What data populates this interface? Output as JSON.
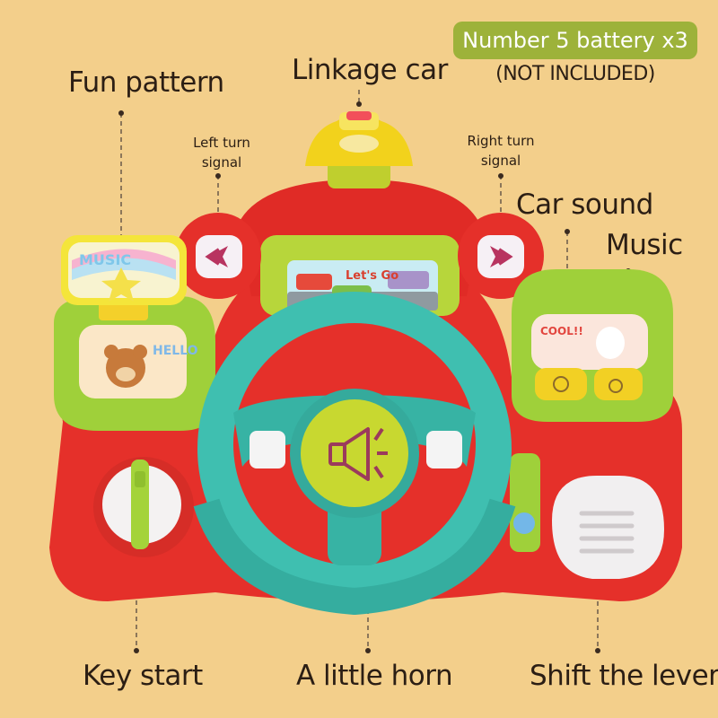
{
  "battery": {
    "badge": "Number 5 battery x3",
    "note": "(NOT INCLUDED)"
  },
  "labels": {
    "fun_pattern": "Fun pattern",
    "linkage_car": "Linkage car",
    "left_turn": [
      "Left turn",
      "signal"
    ],
    "right_turn": [
      "Right turn",
      "signal"
    ],
    "car_sound": "Car sound",
    "music": "Music",
    "key_start": "Key start",
    "horn": "A little horn",
    "shift_lever": "Shift the lever"
  },
  "toy_text": {
    "music_sign": "MUSIC",
    "hello_sign": "HELLO",
    "cool_sign": "COOL!!",
    "lets_go": "Let's Go"
  },
  "colors": {
    "background": "#f3cf8b",
    "body_red": "#e5302a",
    "panel_green": "#b7d63b",
    "wheel_teal": "#3fbfb0",
    "horn_yellow": "#c8d830",
    "badge_green": "#9db23a"
  }
}
